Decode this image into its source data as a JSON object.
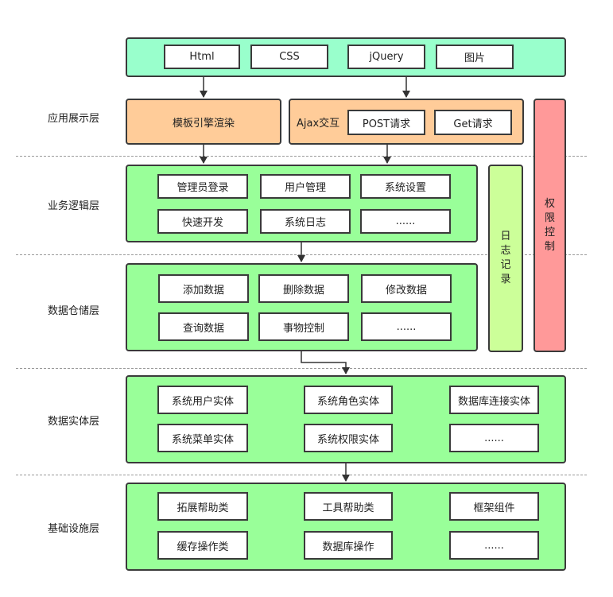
{
  "layers": {
    "presentation": "应用展示层",
    "business": "业务逻辑层",
    "storage": "数据仓储层",
    "entity": "数据实体层",
    "infrastructure": "基础设施层"
  },
  "top_row": [
    "Html",
    "CSS",
    "jQuery",
    "图片"
  ],
  "template_engine": "模板引擎渲染",
  "ajax": {
    "label": "Ajax交互",
    "items": [
      "POST请求",
      "Get请求"
    ]
  },
  "business": [
    [
      "管理员登录",
      "用户管理",
      "系统设置"
    ],
    [
      "快速开发",
      "系统日志",
      "......"
    ]
  ],
  "storage": [
    [
      "添加数据",
      "删除数据",
      "修改数据"
    ],
    [
      "查询数据",
      "事物控制",
      "......"
    ]
  ],
  "entity": [
    [
      "系统用户实体",
      "系统角色实体",
      "数据库连接实体"
    ],
    [
      "系统菜单实体",
      "系统权限实体",
      "......"
    ]
  ],
  "infrastructure": [
    [
      "拓展帮助类",
      "工具帮助类",
      "框架组件"
    ],
    [
      "缓存操作类",
      "数据库操作",
      "......"
    ]
  ],
  "log_record": [
    "日",
    "志",
    "记",
    "录"
  ],
  "permission": [
    "权",
    "限",
    "控",
    "制"
  ],
  "colors": {
    "top_panel": "#99ffcc",
    "orange": "#ffcc99",
    "green": "#99ff99",
    "light_green": "#ccff99",
    "red": "#ff9999"
  }
}
